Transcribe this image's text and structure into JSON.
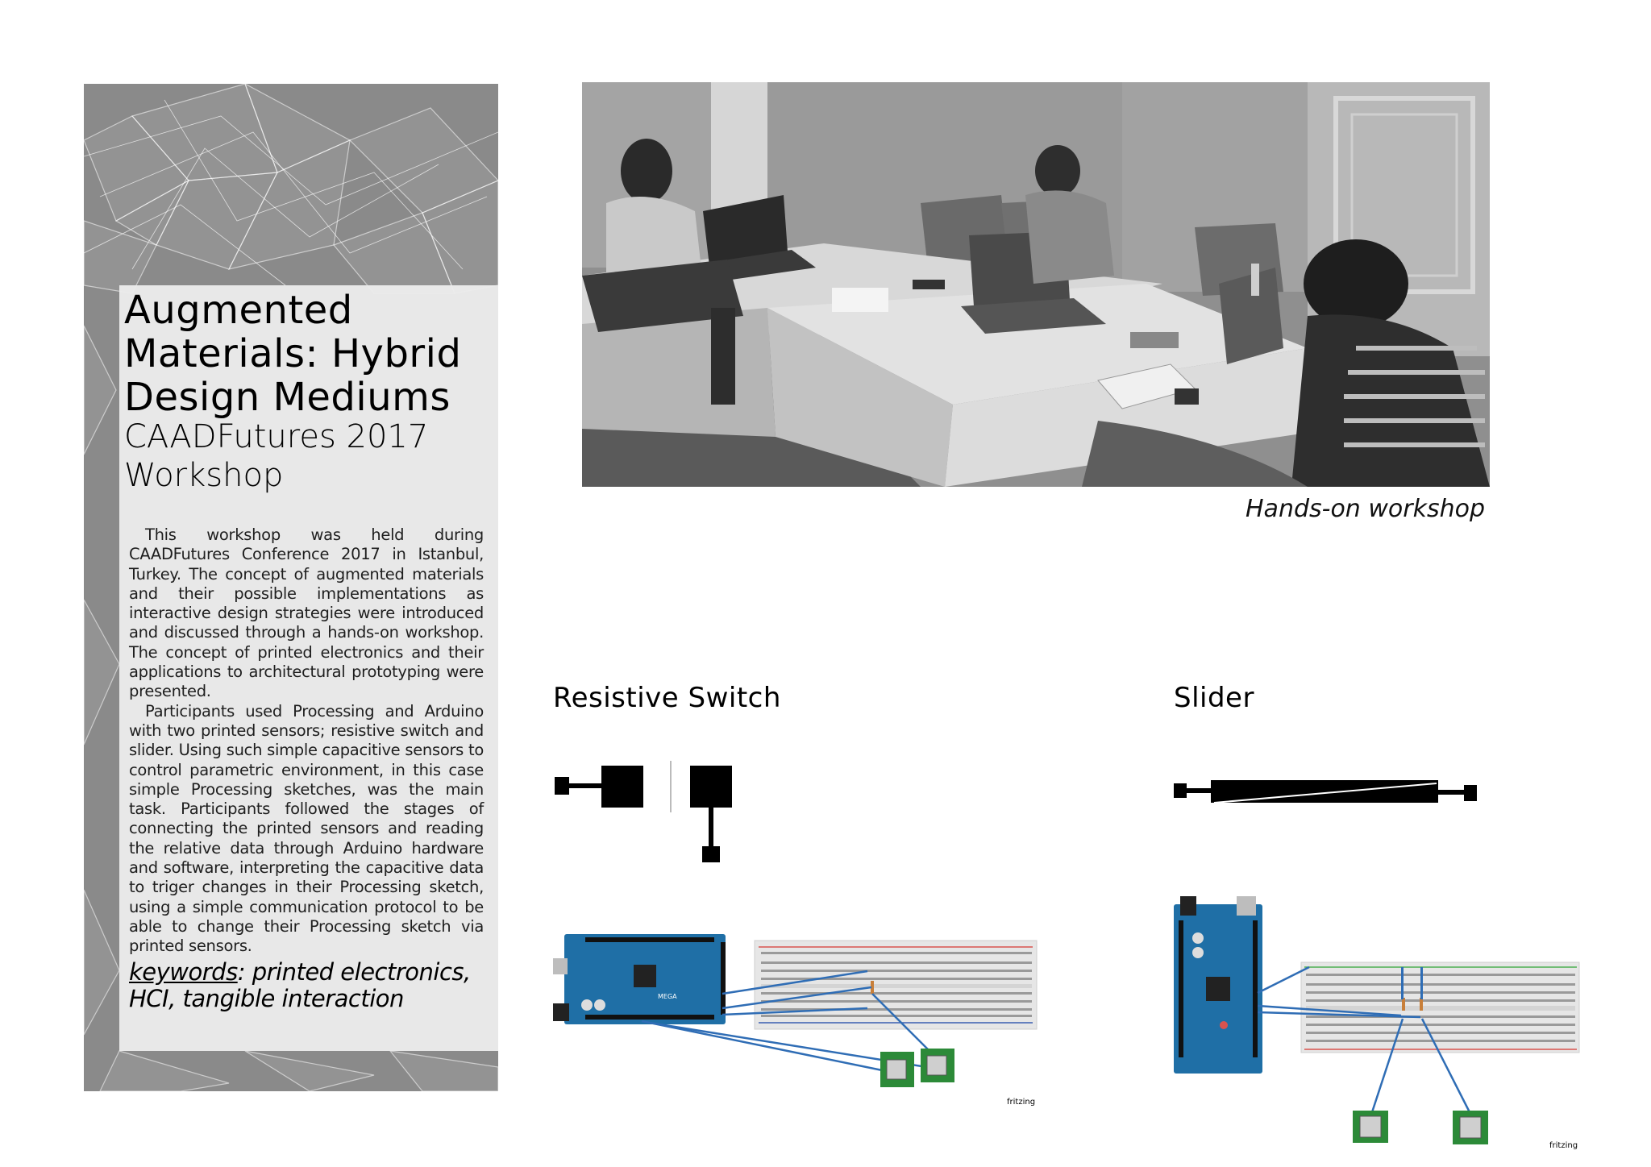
{
  "panel": {
    "title": "Augmented\nMaterials: Hybrid\nDesign Mediums",
    "subtitle": "CAADFutures 2017\nWorkshop",
    "body_paragraphs": [
      "This workshop was held during CAADFutures Conference 2017 in Istanbul, Turkey. The concept of augmented materials and their possible implementations as interactive design strategies were introduced and discussed through a hands-on workshop. The concept of printed electronics and their applications to architectural prototyping were presented.",
      "Participants used Processing and Arduino with two printed sensors; resistive switch and slider. Using such simple capacitive sensors to control parametric environment, in this case simple Processing sketches, was the main task. Participants followed the stages of connecting the printed sensors and reading the relative data through Arduino hardware and software, interpreting the capacitive data to triger changes in their Processing sketch, using a simple communication protocol to be able to change their Processing sketch via printed sensors."
    ],
    "keywords_label": "keywords",
    "keywords_text": ": printed electronics, HCI, tangible interaction"
  },
  "photo": {
    "caption": "Hands-on workshop"
  },
  "sections": {
    "resistive_switch": {
      "title": "Resistive Switch",
      "fritzing": "fritzing"
    },
    "slider": {
      "title": "Slider",
      "fritzing": "fritzing"
    }
  },
  "board": {
    "label": "MEGA"
  },
  "colors": {
    "panel_bg": "#8a8a8a",
    "card_bg": "#ececec",
    "arduino_blue": "#1f6fa6",
    "wire_blue": "#2f6db5",
    "sensor_green": "#2c8a38",
    "rail_red": "#d9534f",
    "rail_blue": "#3a5fb0"
  }
}
